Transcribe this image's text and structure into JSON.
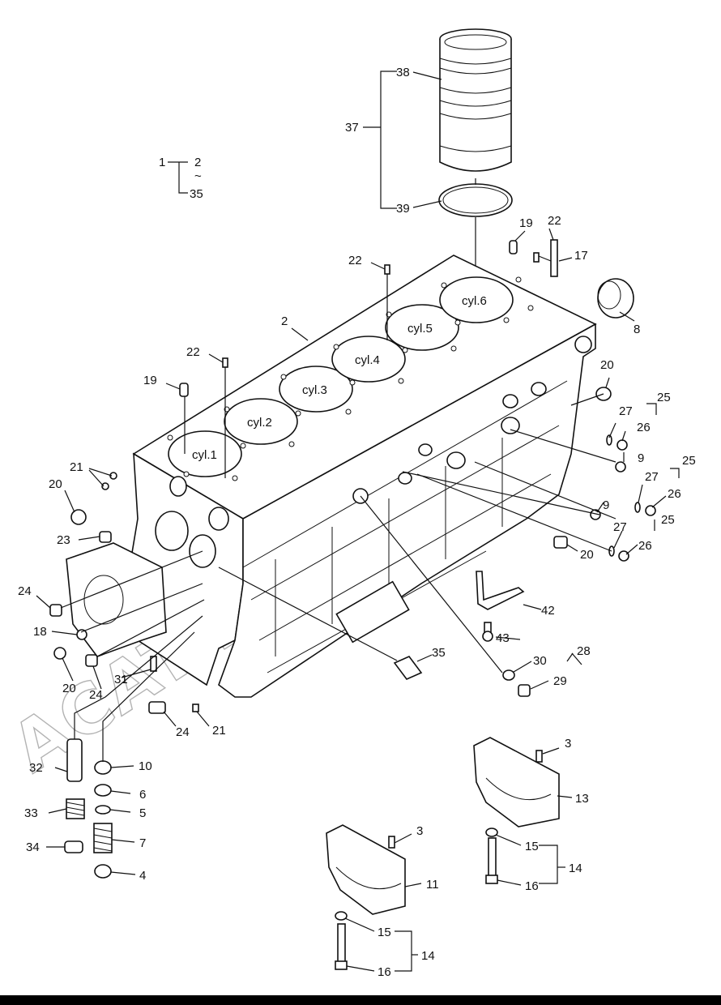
{
  "watermark": "ACAT-MOTOR.RU",
  "assembly_bracket": {
    "top": "1",
    "from": "2",
    "tilde": "~",
    "to": "35"
  },
  "cylinders": [
    "cyl.1",
    "cyl.2",
    "cyl.3",
    "cyl.4",
    "cyl.5",
    "cyl.6"
  ],
  "callouts": [
    {
      "id": "c38",
      "text": "38"
    },
    {
      "id": "c37",
      "text": "37"
    },
    {
      "id": "c39",
      "text": "39"
    },
    {
      "id": "c19a",
      "text": "19"
    },
    {
      "id": "c22a",
      "text": "22"
    },
    {
      "id": "c17",
      "text": "17"
    },
    {
      "id": "c22b",
      "text": "22"
    },
    {
      "id": "c8",
      "text": "8"
    },
    {
      "id": "c2",
      "text": "2"
    },
    {
      "id": "c22c",
      "text": "22"
    },
    {
      "id": "c19b",
      "text": "19"
    },
    {
      "id": "c20a",
      "text": "20"
    },
    {
      "id": "c25a",
      "text": "25"
    },
    {
      "id": "c27a",
      "text": "27"
    },
    {
      "id": "c26a",
      "text": "26"
    },
    {
      "id": "c9a",
      "text": "9"
    },
    {
      "id": "c25b",
      "text": "25"
    },
    {
      "id": "c27b",
      "text": "27"
    },
    {
      "id": "c26b",
      "text": "26"
    },
    {
      "id": "c9b",
      "text": "9"
    },
    {
      "id": "c25c",
      "text": "25"
    },
    {
      "id": "c27c",
      "text": "27"
    },
    {
      "id": "c26c",
      "text": "26"
    },
    {
      "id": "c21a",
      "text": "21"
    },
    {
      "id": "c20b",
      "text": "20"
    },
    {
      "id": "c23",
      "text": "23"
    },
    {
      "id": "c20c",
      "text": "20"
    },
    {
      "id": "c42",
      "text": "42"
    },
    {
      "id": "c24a",
      "text": "24"
    },
    {
      "id": "c18",
      "text": "18"
    },
    {
      "id": "c43",
      "text": "43"
    },
    {
      "id": "c28",
      "text": "28"
    },
    {
      "id": "c30",
      "text": "30"
    },
    {
      "id": "c35",
      "text": "35"
    },
    {
      "id": "c29",
      "text": "29"
    },
    {
      "id": "c31",
      "text": "31"
    },
    {
      "id": "c20d",
      "text": "20"
    },
    {
      "id": "c24b",
      "text": "24"
    },
    {
      "id": "c24c",
      "text": "24"
    },
    {
      "id": "c21b",
      "text": "21"
    },
    {
      "id": "c3a",
      "text": "3"
    },
    {
      "id": "c32",
      "text": "32"
    },
    {
      "id": "c10",
      "text": "10"
    },
    {
      "id": "c13",
      "text": "13"
    },
    {
      "id": "c6",
      "text": "6"
    },
    {
      "id": "c33",
      "text": "33"
    },
    {
      "id": "c5",
      "text": "5"
    },
    {
      "id": "c3b",
      "text": "3"
    },
    {
      "id": "c7",
      "text": "7"
    },
    {
      "id": "c34",
      "text": "34"
    },
    {
      "id": "c15a",
      "text": "15"
    },
    {
      "id": "c4",
      "text": "4"
    },
    {
      "id": "c14a",
      "text": "14"
    },
    {
      "id": "c16a",
      "text": "16"
    },
    {
      "id": "c11",
      "text": "11"
    },
    {
      "id": "c15b",
      "text": "15"
    },
    {
      "id": "c14b",
      "text": "14"
    },
    {
      "id": "c16b",
      "text": "16"
    }
  ]
}
